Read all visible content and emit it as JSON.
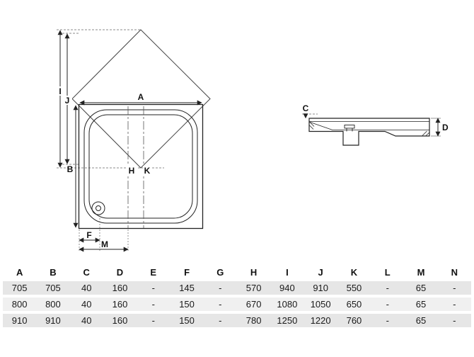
{
  "drawing": {
    "plan_labels": {
      "A": "A",
      "B": "B",
      "F": "F",
      "H": "H",
      "I": "I",
      "J": "J",
      "K": "K",
      "M": "M"
    },
    "side_labels": {
      "C": "C",
      "D": "D"
    }
  },
  "table": {
    "headers": [
      "A",
      "B",
      "C",
      "D",
      "E",
      "F",
      "G",
      "H",
      "I",
      "J",
      "K",
      "L",
      "M",
      "N"
    ],
    "rows": [
      [
        "705",
        "705",
        "40",
        "160",
        "-",
        "145",
        "-",
        "570",
        "940",
        "910",
        "550",
        "-",
        "65",
        "-"
      ],
      [
        "800",
        "800",
        "40",
        "160",
        "-",
        "150",
        "-",
        "670",
        "1080",
        "1050",
        "650",
        "-",
        "65",
        "-"
      ],
      [
        "910",
        "910",
        "40",
        "160",
        "-",
        "150",
        "-",
        "780",
        "1250",
        "1220",
        "760",
        "-",
        "65",
        "-"
      ]
    ]
  },
  "colors": {
    "background": "#ffffff",
    "line": "#222222",
    "row_odd": "#e6e6e6",
    "row_even": "#f0f0f0"
  }
}
